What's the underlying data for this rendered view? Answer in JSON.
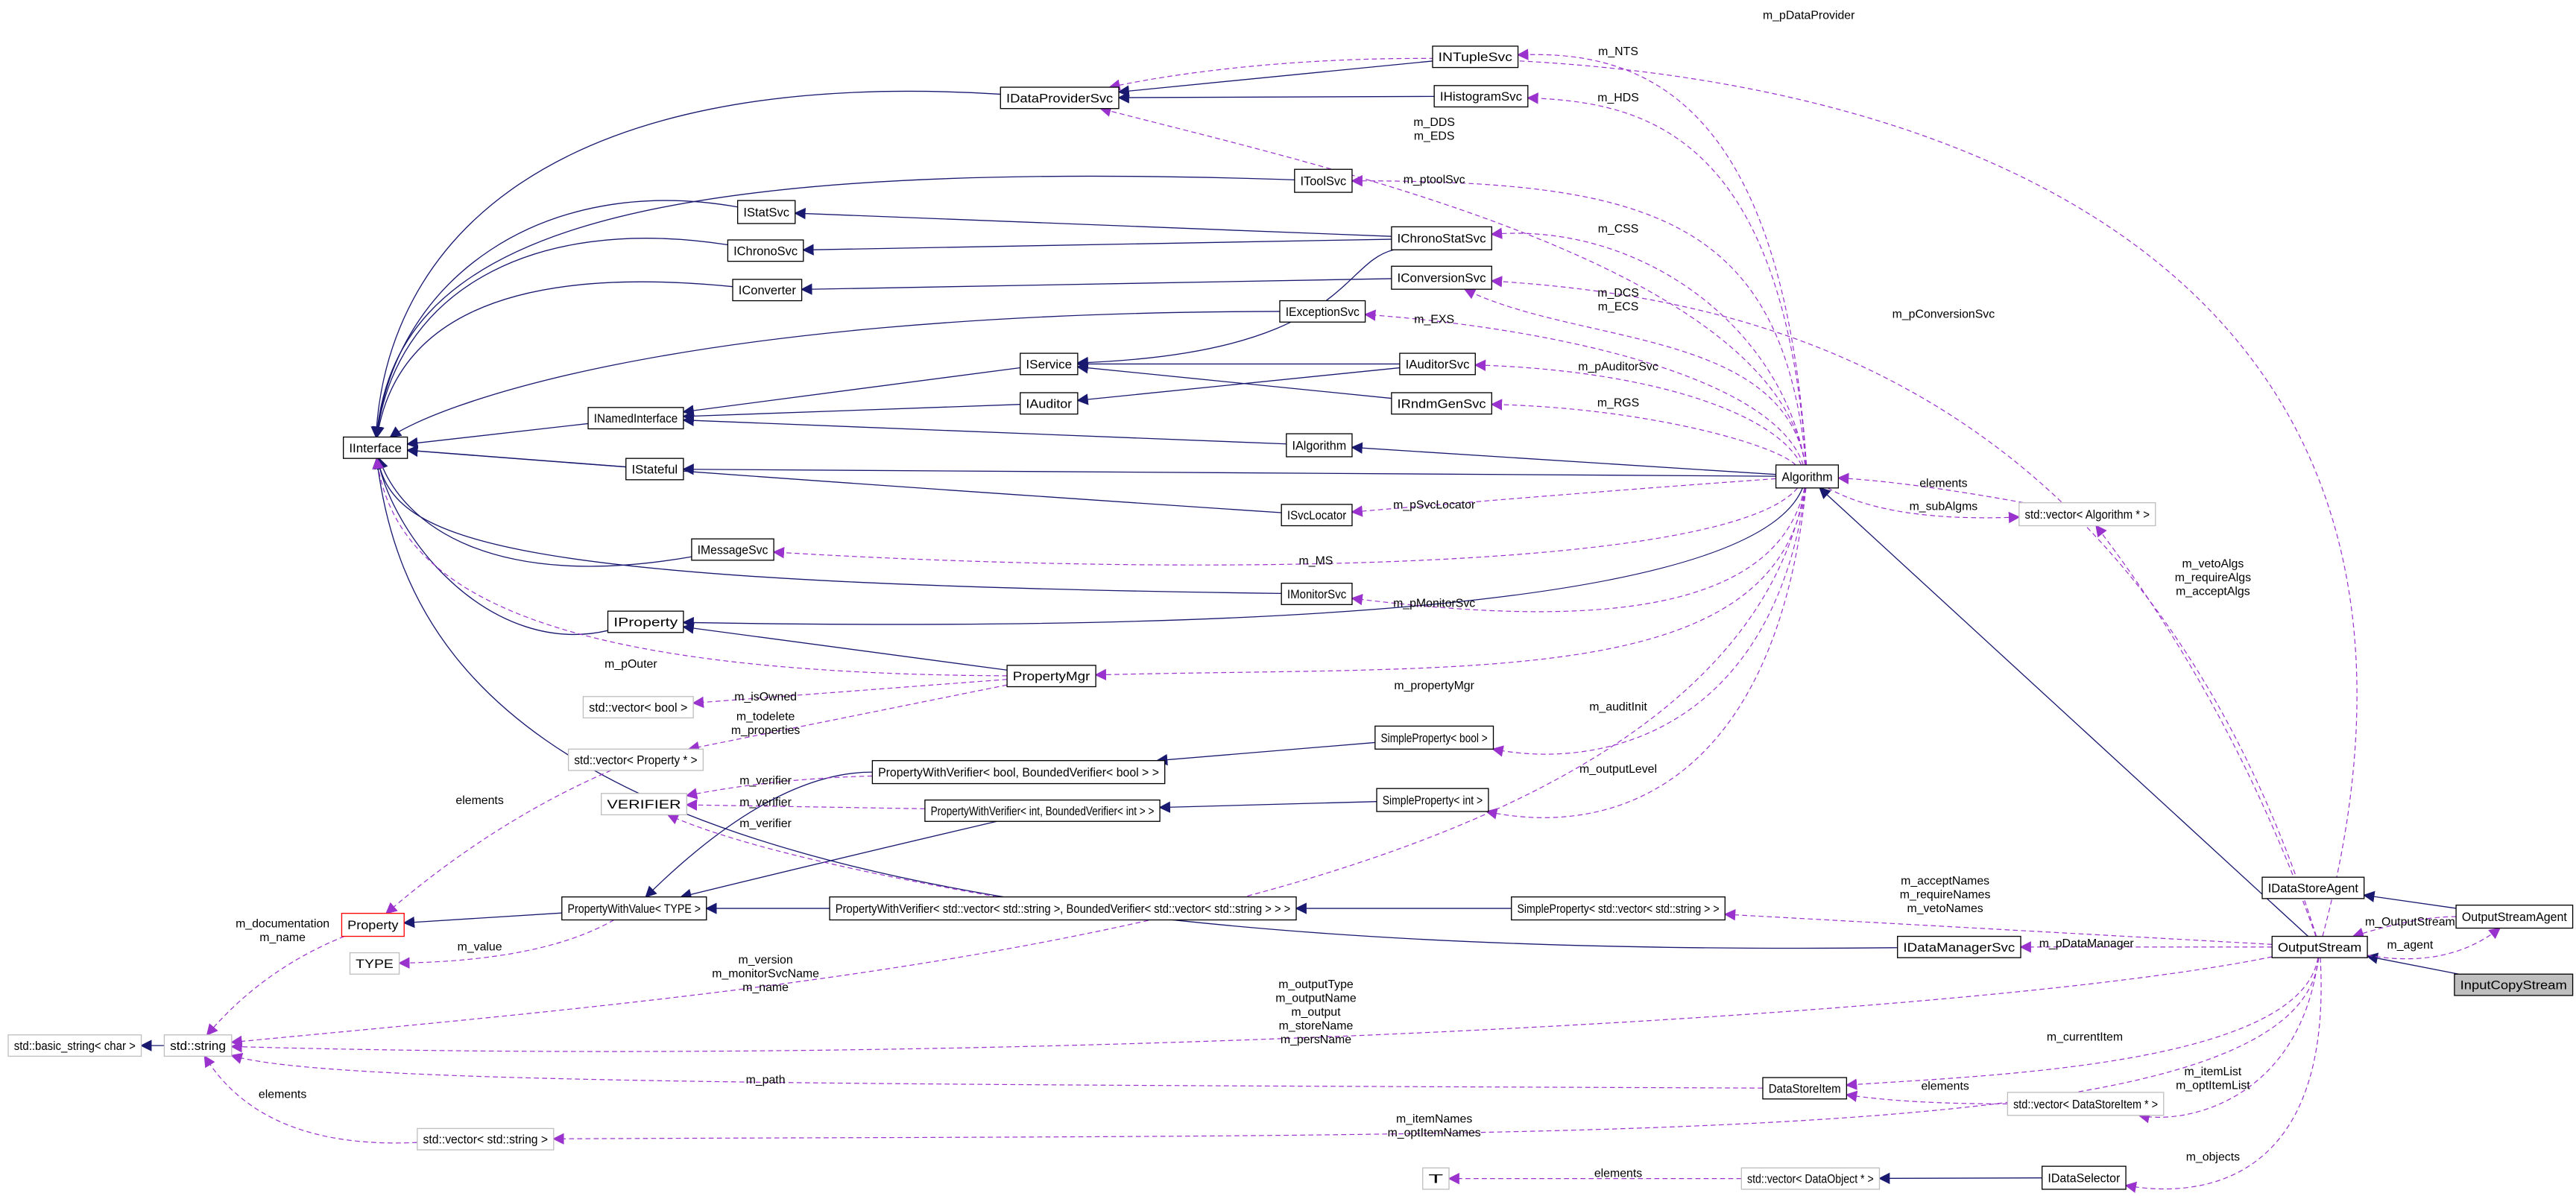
{
  "colors": {
    "inheritance": "#191970",
    "usage": "#9a32cd",
    "node_border": "#000000",
    "external_border": "#bfbfbf",
    "incomplete_border": "#ff0000",
    "highlight_fill": "#bfbfbf"
  },
  "nodes": [
    {
      "label": "IDataProviderSvc",
      "style": "normal"
    },
    {
      "label": "INTupleSvc",
      "style": "normal"
    },
    {
      "label": "IHistogramSvc",
      "style": "normal"
    },
    {
      "label": "IToolSvc",
      "style": "normal"
    },
    {
      "label": "IStatSvc",
      "style": "normal"
    },
    {
      "label": "IChronoStatSvc",
      "style": "normal"
    },
    {
      "label": "IChronoSvc",
      "style": "normal"
    },
    {
      "label": "IConversionSvc",
      "style": "normal"
    },
    {
      "label": "IConverter",
      "style": "normal"
    },
    {
      "label": "IExceptionSvc",
      "style": "normal"
    },
    {
      "label": "IService",
      "style": "normal"
    },
    {
      "label": "IAuditorSvc",
      "style": "normal"
    },
    {
      "label": "IAuditor",
      "style": "normal"
    },
    {
      "label": "IRndmGenSvc",
      "style": "normal"
    },
    {
      "label": "INamedInterface",
      "style": "normal"
    },
    {
      "label": "IInterface",
      "style": "normal"
    },
    {
      "label": "IAlgorithm",
      "style": "normal"
    },
    {
      "label": "IStateful",
      "style": "normal"
    },
    {
      "label": "Algorithm",
      "style": "normal"
    },
    {
      "label": "std::vector< Algorithm * >",
      "style": "external"
    },
    {
      "label": "ISvcLocator",
      "style": "normal"
    },
    {
      "label": "IMessageSvc",
      "style": "normal"
    },
    {
      "label": "IMonitorSvc",
      "style": "normal"
    },
    {
      "label": "IProperty",
      "style": "normal"
    },
    {
      "label": "PropertyMgr",
      "style": "normal"
    },
    {
      "label": "std::vector< bool >",
      "style": "external"
    },
    {
      "label": "std::vector< Property * >",
      "style": "external"
    },
    {
      "label": "SimpleProperty< bool >",
      "style": "normal"
    },
    {
      "label": "PropertyWithVerifier< bool, BoundedVerifier< bool > >",
      "style": "normal"
    },
    {
      "label": "VERIFIER",
      "style": "external"
    },
    {
      "label": "SimpleProperty< int >",
      "style": "normal"
    },
    {
      "label": "PropertyWithVerifier< int, BoundedVerifier< int > >",
      "style": "normal"
    },
    {
      "label": "Property",
      "style": "incomplete"
    },
    {
      "label": "PropertyWithValue< TYPE >",
      "style": "normal"
    },
    {
      "label": "PropertyWithVerifier< std::vector< std::string >, BoundedVerifier< std::vector< std::string > > >",
      "style": "normal"
    },
    {
      "label": "SimpleProperty< std::vector< std::string > >",
      "style": "normal"
    },
    {
      "label": "TYPE",
      "style": "external"
    },
    {
      "label": "IDataManagerSvc",
      "style": "normal"
    },
    {
      "label": "IDataStoreAgent",
      "style": "normal"
    },
    {
      "label": "OutputStreamAgent",
      "style": "normal"
    },
    {
      "label": "OutputStream",
      "style": "normal"
    },
    {
      "label": "InputCopyStream",
      "style": "highlight"
    },
    {
      "label": "std::basic_string< char >",
      "style": "external"
    },
    {
      "label": "std::string",
      "style": "external"
    },
    {
      "label": "DataStoreItem",
      "style": "normal"
    },
    {
      "label": "std::vector< DataStoreItem * >",
      "style": "external"
    },
    {
      "label": "std::vector< std::string >",
      "style": "external"
    },
    {
      "label": "T",
      "style": "external"
    },
    {
      "label": "std::vector< DataObject * >",
      "style": "external"
    },
    {
      "label": "IDataSelector",
      "style": "normal"
    }
  ],
  "edges": [
    {
      "from": "IDataProviderSvc",
      "to": "IInterface",
      "kind": "inheritance",
      "label": []
    },
    {
      "from": "INTupleSvc",
      "to": "IDataProviderSvc",
      "kind": "inheritance",
      "label": []
    },
    {
      "from": "IHistogramSvc",
      "to": "IDataProviderSvc",
      "kind": "inheritance",
      "label": []
    },
    {
      "from": "IToolSvc",
      "to": "IInterface",
      "kind": "inheritance",
      "label": []
    },
    {
      "from": "IStatSvc",
      "to": "IInterface",
      "kind": "inheritance",
      "label": []
    },
    {
      "from": "IChronoStatSvc",
      "to": "IStatSvc",
      "kind": "inheritance",
      "label": []
    },
    {
      "from": "IChronoStatSvc",
      "to": "IChronoSvc",
      "kind": "inheritance",
      "label": []
    },
    {
      "from": "IChronoStatSvc",
      "to": "IService",
      "kind": "inheritance",
      "label": []
    },
    {
      "from": "IChronoSvc",
      "to": "IInterface",
      "kind": "inheritance",
      "label": []
    },
    {
      "from": "IConversionSvc",
      "to": "IConverter",
      "kind": "inheritance",
      "label": []
    },
    {
      "from": "IConverter",
      "to": "IInterface",
      "kind": "inheritance",
      "label": []
    },
    {
      "from": "IExceptionSvc",
      "to": "IInterface",
      "kind": "inheritance",
      "label": []
    },
    {
      "from": "IService",
      "to": "INamedInterface",
      "kind": "inheritance",
      "label": []
    },
    {
      "from": "IAuditorSvc",
      "to": "IService",
      "kind": "inheritance",
      "label": []
    },
    {
      "from": "IAuditorSvc",
      "to": "IAuditor",
      "kind": "inheritance",
      "label": []
    },
    {
      "from": "IRndmGenSvc",
      "to": "IService",
      "kind": "inheritance",
      "label": []
    },
    {
      "from": "IAuditor",
      "to": "INamedInterface",
      "kind": "inheritance",
      "label": []
    },
    {
      "from": "INamedInterface",
      "to": "IInterface",
      "kind": "inheritance",
      "label": []
    },
    {
      "from": "IAlgorithm",
      "to": "INamedInterface",
      "kind": "inheritance",
      "label": []
    },
    {
      "from": "IStateful",
      "to": "IInterface",
      "kind": "inheritance",
      "label": []
    },
    {
      "from": "Algorithm",
      "to": "IAlgorithm",
      "kind": "inheritance",
      "label": []
    },
    {
      "from": "Algorithm",
      "to": "IStateful",
      "kind": "inheritance",
      "label": []
    },
    {
      "from": "Algorithm",
      "to": "IProperty",
      "kind": "inheritance",
      "label": []
    },
    {
      "from": "ISvcLocator",
      "to": "IInterface",
      "kind": "inheritance",
      "label": []
    },
    {
      "from": "IMessageSvc",
      "to": "IInterface",
      "kind": "inheritance",
      "label": []
    },
    {
      "from": "IMonitorSvc",
      "to": "IInterface",
      "kind": "inheritance",
      "label": []
    },
    {
      "from": "IProperty",
      "to": "IInterface",
      "kind": "inheritance",
      "label": []
    },
    {
      "from": "PropertyMgr",
      "to": "IProperty",
      "kind": "inheritance",
      "label": []
    },
    {
      "from": "SimpleProperty< bool >",
      "to": "PropertyWithVerifier< bool, BoundedVerifier< bool > >",
      "kind": "inheritance",
      "label": []
    },
    {
      "from": "SimpleProperty< int >",
      "to": "PropertyWithVerifier< int, BoundedVerifier< int > >",
      "kind": "inheritance",
      "label": []
    },
    {
      "from": "SimpleProperty< std::vector< std::string > >",
      "to": "PropertyWithVerifier< std::vector< std::string >, BoundedVerifier< std::vector< std::string > > >",
      "kind": "inheritance",
      "label": []
    },
    {
      "from": "PropertyWithVerifier< bool, BoundedVerifier< bool > >",
      "to": "PropertyWithValue< TYPE >",
      "kind": "inheritance",
      "label": []
    },
    {
      "from": "PropertyWithVerifier< int, BoundedVerifier< int > >",
      "to": "PropertyWithValue< TYPE >",
      "kind": "inheritance",
      "label": []
    },
    {
      "from": "PropertyWithVerifier< std::vector< std::string >, BoundedVerifier< std::vector< std::string > > >",
      "to": "PropertyWithValue< TYPE >",
      "kind": "inheritance",
      "label": []
    },
    {
      "from": "PropertyWithValue< TYPE >",
      "to": "Property",
      "kind": "inheritance",
      "label": []
    },
    {
      "from": "IDataManagerSvc",
      "to": "IInterface",
      "kind": "inheritance",
      "label": []
    },
    {
      "from": "OutputStream",
      "to": "Algorithm",
      "kind": "inheritance",
      "label": []
    },
    {
      "from": "OutputStreamAgent",
      "to": "IDataStoreAgent",
      "kind": "inheritance",
      "label": []
    },
    {
      "from": "InputCopyStream",
      "to": "OutputStream",
      "kind": "inheritance",
      "label": []
    },
    {
      "from": "std::string",
      "to": "std::basic_string< char >",
      "kind": "inheritance",
      "label": []
    },
    {
      "from": "IDataSelector",
      "to": "std::vector< DataObject * >",
      "kind": "inheritance",
      "label": []
    },
    {
      "from": "OutputStream",
      "to": "IDataProviderSvc",
      "kind": "usage",
      "label": [
        "m_pDataProvider"
      ]
    },
    {
      "from": "Algorithm",
      "to": "INTupleSvc",
      "kind": "usage",
      "label": [
        "m_NTS"
      ]
    },
    {
      "from": "Algorithm",
      "to": "IHistogramSvc",
      "kind": "usage",
      "label": [
        "m_HDS"
      ]
    },
    {
      "from": "Algorithm",
      "to": "IDataProviderSvc",
      "kind": "usage",
      "label": [
        "m_DDS",
        "m_EDS"
      ]
    },
    {
      "from": "Algorithm",
      "to": "IToolSvc",
      "kind": "usage",
      "label": [
        "m_ptoolSvc"
      ]
    },
    {
      "from": "Algorithm",
      "to": "IChronoStatSvc",
      "kind": "usage",
      "label": [
        "m_CSS"
      ]
    },
    {
      "from": "Algorithm",
      "to": "IConversionSvc",
      "kind": "usage",
      "label": [
        "m_DCS",
        "m_ECS"
      ]
    },
    {
      "from": "OutputStream",
      "to": "IConversionSvc",
      "kind": "usage",
      "label": [
        "m_pConversionSvc"
      ]
    },
    {
      "from": "Algorithm",
      "to": "IExceptionSvc",
      "kind": "usage",
      "label": [
        "m_EXS"
      ]
    },
    {
      "from": "Algorithm",
      "to": "IAuditorSvc",
      "kind": "usage",
      "label": [
        "m_pAuditorSvc"
      ]
    },
    {
      "from": "Algorithm",
      "to": "IRndmGenSvc",
      "kind": "usage",
      "label": [
        "m_RGS"
      ]
    },
    {
      "from": "std::vector< Algorithm * >",
      "to": "Algorithm",
      "kind": "usage",
      "label": [
        "elements"
      ]
    },
    {
      "from": "Algorithm",
      "to": "std::vector< Algorithm * >",
      "kind": "usage",
      "label": [
        "m_subAlgms"
      ]
    },
    {
      "from": "Algorithm",
      "to": "ISvcLocator",
      "kind": "usage",
      "label": [
        "m_pSvcLocator"
      ]
    },
    {
      "from": "Algorithm",
      "to": "IMessageSvc",
      "kind": "usage",
      "label": [
        "m_MS"
      ]
    },
    {
      "from": "OutputStream",
      "to": "std::vector< Algorithm * >",
      "kind": "usage",
      "label": [
        "m_vetoAlgs",
        "m_requireAlgs",
        "m_acceptAlgs"
      ]
    },
    {
      "from": "Algorithm",
      "to": "IMonitorSvc",
      "kind": "usage",
      "label": [
        "m_pMonitorSvc"
      ]
    },
    {
      "from": "PropertyMgr",
      "to": "IInterface",
      "kind": "usage",
      "label": [
        "m_pOuter"
      ]
    },
    {
      "from": "Algorithm",
      "to": "PropertyMgr",
      "kind": "usage",
      "label": [
        "m_propertyMgr"
      ]
    },
    {
      "from": "PropertyMgr",
      "to": "std::vector< bool >",
      "kind": "usage",
      "label": [
        "m_isOwned"
      ]
    },
    {
      "from": "PropertyMgr",
      "to": "std::vector< Property * >",
      "kind": "usage",
      "label": [
        "m_todelete",
        "m_properties"
      ]
    },
    {
      "from": "Algorithm",
      "to": "SimpleProperty< bool >",
      "kind": "usage",
      "label": [
        "m_auditInit"
      ]
    },
    {
      "from": "Algorithm",
      "to": "SimpleProperty< int >",
      "kind": "usage",
      "label": [
        "m_outputLevel"
      ]
    },
    {
      "from": "PropertyWithVerifier< bool, BoundedVerifier< bool > >",
      "to": "VERIFIER",
      "kind": "usage",
      "label": [
        "m_verifier"
      ]
    },
    {
      "from": "PropertyWithVerifier< int, BoundedVerifier< int > >",
      "to": "VERIFIER",
      "kind": "usage",
      "label": [
        "m_verifier"
      ]
    },
    {
      "from": "PropertyWithVerifier< std::vector< std::string >, BoundedVerifier< std::vector< std::string > > >",
      "to": "VERIFIER",
      "kind": "usage",
      "label": [
        "m_verifier"
      ]
    },
    {
      "from": "std::vector< Property * >",
      "to": "Property",
      "kind": "usage",
      "label": [
        "elements"
      ]
    },
    {
      "from": "OutputStream",
      "to": "SimpleProperty< std::vector< std::string > >",
      "kind": "usage",
      "label": [
        "m_acceptNames",
        "m_requireNames",
        "m_vetoNames"
      ]
    },
    {
      "from": "Property",
      "to": "std::string",
      "kind": "usage",
      "label": [
        "m_documentation",
        "m_name"
      ]
    },
    {
      "from": "PropertyWithValue< TYPE >",
      "to": "TYPE",
      "kind": "usage",
      "label": [
        "m_value"
      ]
    },
    {
      "from": "OutputStream",
      "to": "IDataManagerSvc",
      "kind": "usage",
      "label": [
        "m_pDataManager"
      ]
    },
    {
      "from": "OutputStreamAgent",
      "to": "OutputStream",
      "kind": "usage",
      "label": [
        "m_OutputStream"
      ]
    },
    {
      "from": "OutputStream",
      "to": "OutputStreamAgent",
      "kind": "usage",
      "label": [
        "m_agent"
      ]
    },
    {
      "from": "Algorithm",
      "to": "std::string",
      "kind": "usage",
      "label": [
        "m_version",
        "m_monitorSvcName",
        "m_name"
      ]
    },
    {
      "from": "OutputStream",
      "to": "std::string",
      "kind": "usage",
      "label": [
        "m_outputType",
        "m_outputName",
        "m_output",
        "m_storeName",
        "m_persName"
      ]
    },
    {
      "from": "DataStoreItem",
      "to": "std::string",
      "kind": "usage",
      "label": [
        "m_path"
      ]
    },
    {
      "from": "OutputStream",
      "to": "DataStoreItem",
      "kind": "usage",
      "label": [
        "m_currentItem"
      ]
    },
    {
      "from": "std::vector< DataStoreItem * >",
      "to": "DataStoreItem",
      "kind": "usage",
      "label": [
        "elements"
      ]
    },
    {
      "from": "OutputStream",
      "to": "std::vector< DataStoreItem * >",
      "kind": "usage",
      "label": [
        "m_itemList",
        "m_optItemList"
      ]
    },
    {
      "from": "std::vector< std::string >",
      "to": "std::string",
      "kind": "usage",
      "label": [
        "elements"
      ]
    },
    {
      "from": "OutputStream",
      "to": "std::vector< std::string >",
      "kind": "usage",
      "label": [
        "m_itemNames",
        "m_optItemNames"
      ]
    },
    {
      "from": "std::vector< DataObject * >",
      "to": "T",
      "kind": "usage",
      "label": [
        "elements"
      ]
    },
    {
      "from": "OutputStream",
      "to": "IDataSelector",
      "kind": "usage",
      "label": [
        "m_objects"
      ]
    }
  ]
}
